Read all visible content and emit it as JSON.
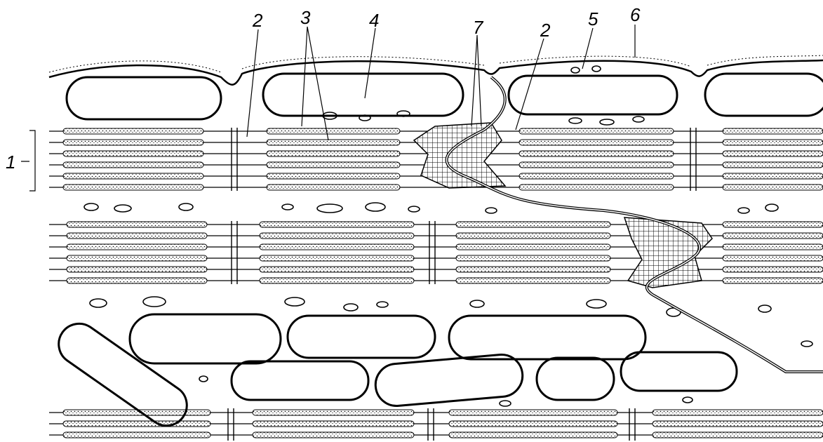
{
  "labels": {
    "l1": "1",
    "l2a": "2",
    "l2b": "2",
    "l3": "3",
    "l4": "4",
    "l5": "5",
    "l6": "6",
    "l7": "7"
  }
}
